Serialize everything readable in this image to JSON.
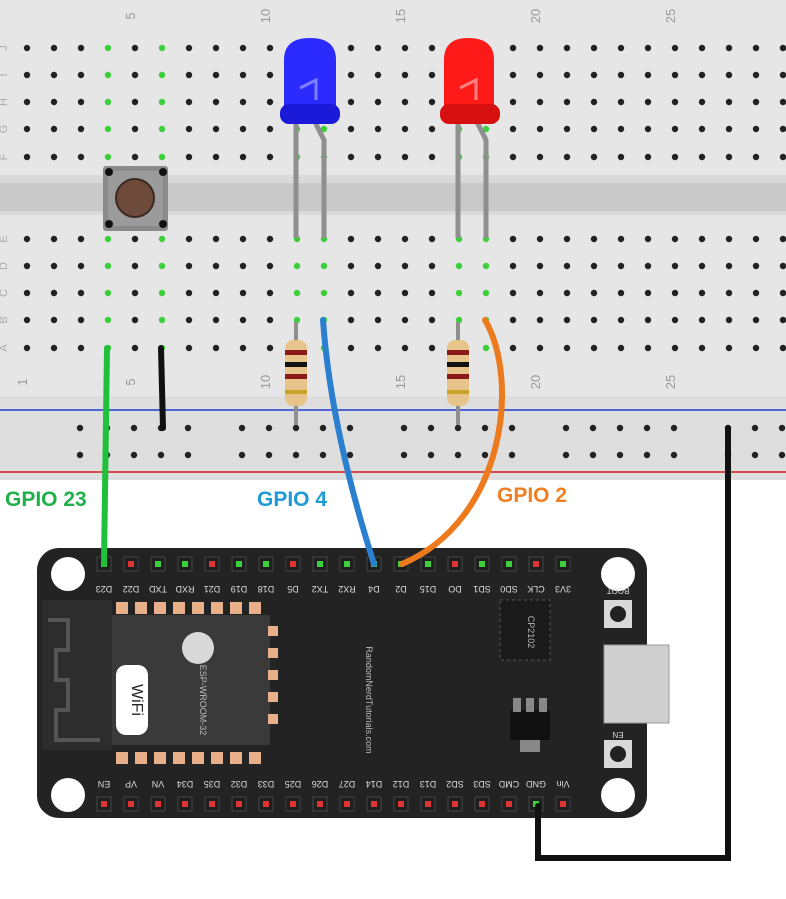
{
  "breadboard": {
    "column_numbers_top": [
      "5",
      "10",
      "15",
      "20",
      "25"
    ],
    "column_numbers_bottom": [
      "1",
      "5",
      "10",
      "15",
      "20",
      "25"
    ],
    "row_letters_top": [
      "J",
      "I",
      "H",
      "G",
      "F"
    ],
    "row_letters_bottom": [
      "E",
      "D",
      "C",
      "B",
      "A"
    ]
  },
  "labels": {
    "gpio23": {
      "text": "GPIO 23",
      "color": "#1fb04a"
    },
    "gpio4": {
      "text": "GPIO 4",
      "color": "#1e9bd7"
    },
    "gpio2": {
      "text": "GPIO 2",
      "color": "#f07f22"
    }
  },
  "esp32": {
    "pins_top": [
      "D23",
      "D22",
      "TXD",
      "RXD",
      "D21",
      "D19",
      "D18",
      "D5",
      "TX2",
      "RX2",
      "D4",
      "D2",
      "D15",
      "DO",
      "SD1",
      "SD0",
      "CLK",
      "3V3"
    ],
    "pins_bottom": [
      "EN",
      "VP",
      "VN",
      "D34",
      "D35",
      "D32",
      "D33",
      "D25",
      "D26",
      "D27",
      "D14",
      "D12",
      "D13",
      "SD2",
      "SD3",
      "CMD",
      "GND",
      "Vin"
    ],
    "module_text": "ESP-WROOM-32",
    "wifi_text": "WiFi",
    "chip_text": "CP2102",
    "site_text": "RandomNerdTutorials.com",
    "boot_label": "BOOT",
    "en_label": "EN"
  },
  "colors": {
    "wire_green": "#1fc03a",
    "wire_blue": "#2a7fd0",
    "wire_orange": "#ee7a1e",
    "wire_black": "#111111",
    "led_blue": "#2b2bff",
    "led_red": "#ff1a1a",
    "board": "#232323",
    "rail_blue": "#1d3fd0",
    "rail_red": "#d01d1d"
  }
}
